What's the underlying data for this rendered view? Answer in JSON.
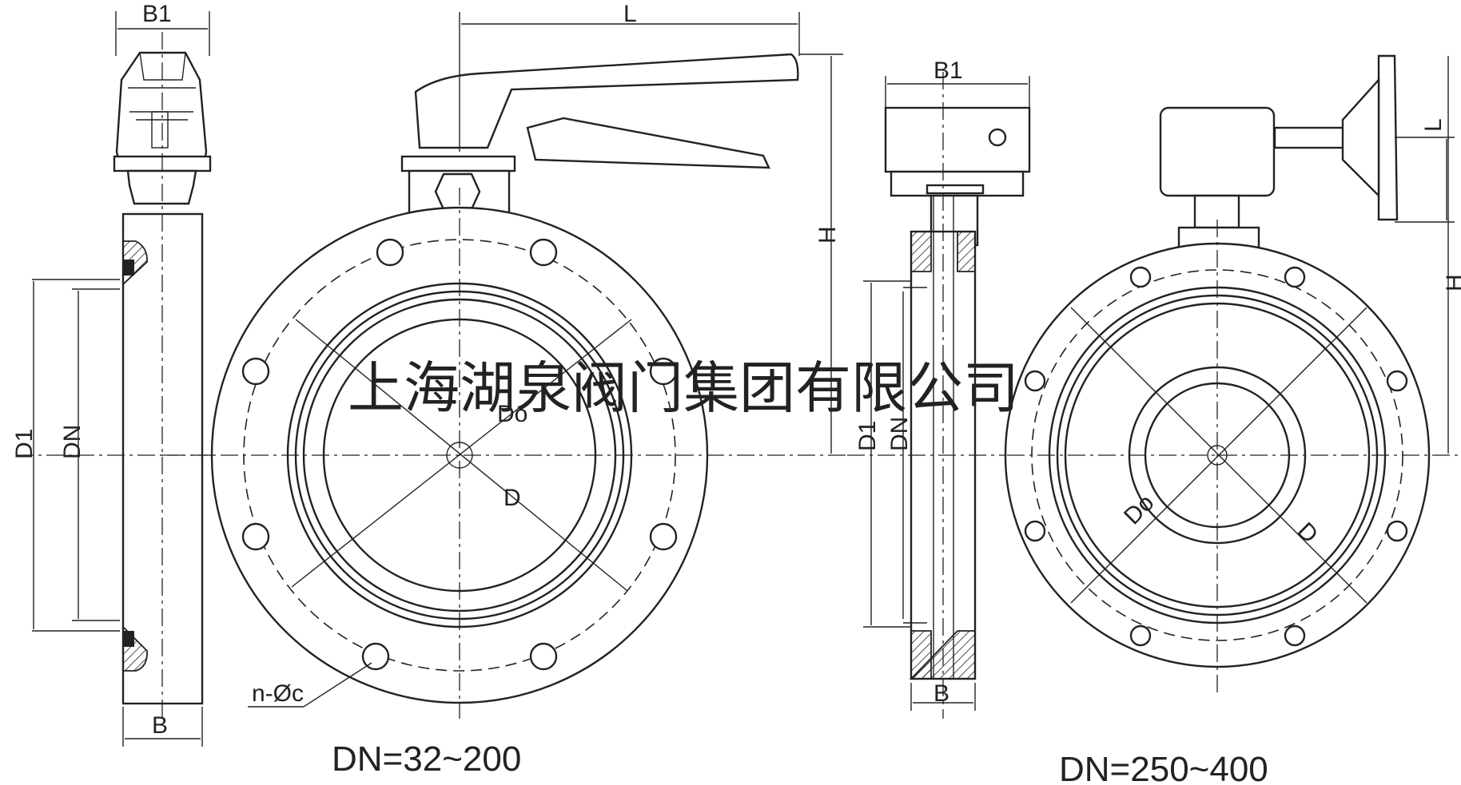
{
  "watermark": "上海湖泉阀门集团有限公司",
  "view_left": {
    "caption": "DN=32~200",
    "labels": {
      "b1": "B1",
      "b": "B",
      "d1": "D1",
      "dn": "DN",
      "l": "L",
      "h": "H",
      "d0": "Do",
      "d": "D",
      "holes": "n-Øc"
    }
  },
  "view_right": {
    "caption": "DN=250~400",
    "labels": {
      "b1": "B1",
      "b": "B",
      "d1": "D1",
      "dn": "DN",
      "l": "L",
      "h": "H",
      "d0": "Do",
      "d": "D"
    }
  }
}
